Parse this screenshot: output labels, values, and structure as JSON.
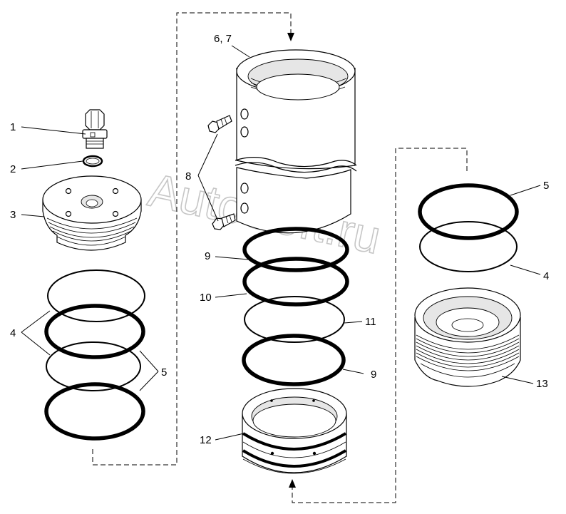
{
  "watermark": "AutoSoft.ru",
  "callouts": {
    "c1": "1",
    "c2": "2",
    "c3": "3",
    "c4_left": "4",
    "c5_left": "5",
    "c67": "6, 7",
    "c8": "8",
    "c9_top": "9",
    "c10": "10",
    "c11": "11",
    "c9_bottom": "9",
    "c12": "12",
    "c5_right": "5",
    "c4_right": "4",
    "c13": "13"
  }
}
